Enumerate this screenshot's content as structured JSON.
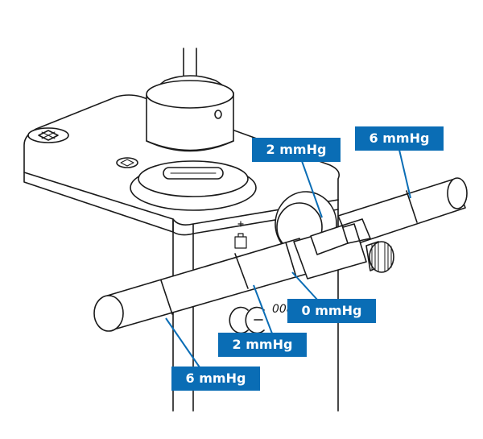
{
  "labels": {
    "top_2": "2 mmHg",
    "top_6": "6 mmHg",
    "mid_0": "0 mmHg",
    "mid_2": "2 mmHg",
    "bot_6": "6 mmHg"
  },
  "device": {
    "marking_text": "008"
  },
  "colors": {
    "label_bg": "#0a6db5",
    "label_text": "#ffffff",
    "line": "#1a1a1a",
    "leader": "#0a6db5"
  }
}
